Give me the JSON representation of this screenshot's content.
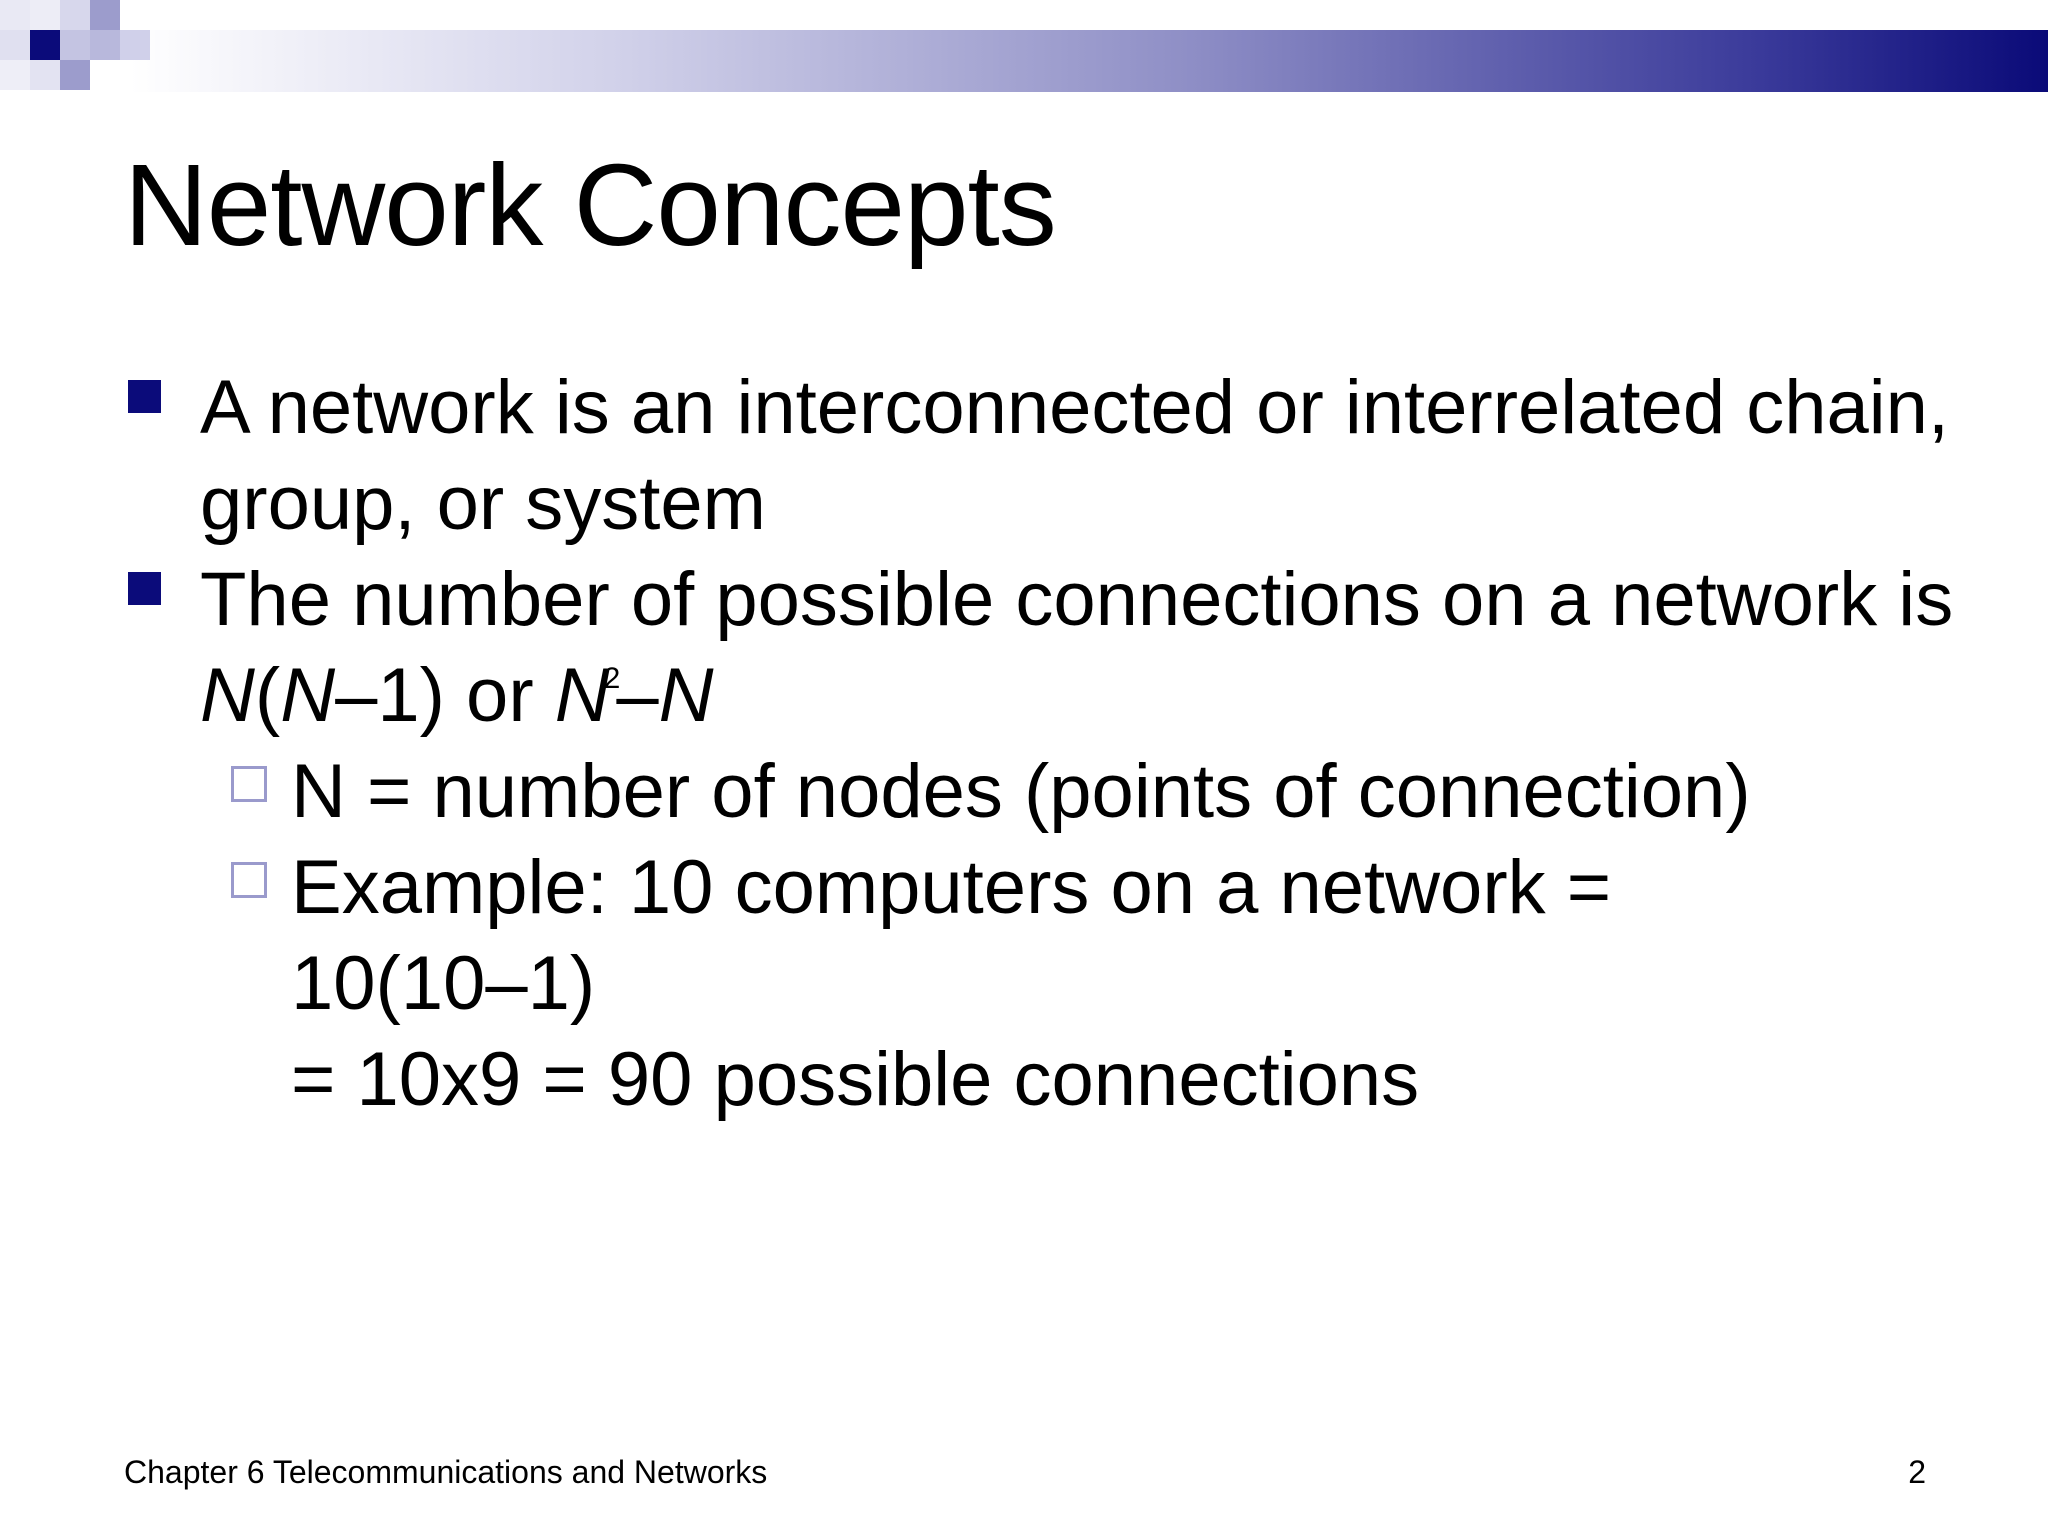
{
  "slide": {
    "title": "Network Concepts",
    "bullets": [
      {
        "text": "A network is an interconnected or interrelated chain, group, or system"
      },
      {
        "text_before": "The number of possible connections on a network is ",
        "formula": {
          "n1": "N",
          "open_paren": "(",
          "n2": "N",
          "minus_one": "–1)",
          "or": " or ",
          "n3": "N",
          "exponent": "2",
          "minus": "–",
          "n4": "N"
        },
        "sub_bullets": [
          {
            "text": "N = number of nodes (points of connection)"
          },
          {
            "line1": "Example: 10 computers on a network = 10(10–1)",
            "line2": "= 10x9 = 90 possible connections"
          }
        ]
      }
    ]
  },
  "footer": {
    "chapter": "Chapter 6 Telecommunications and Networks",
    "page_number": "2"
  },
  "colors": {
    "accent": "#0b0b7a",
    "sub_bullet_outline": "#9a9acc",
    "text": "#000000",
    "background": "#ffffff"
  }
}
